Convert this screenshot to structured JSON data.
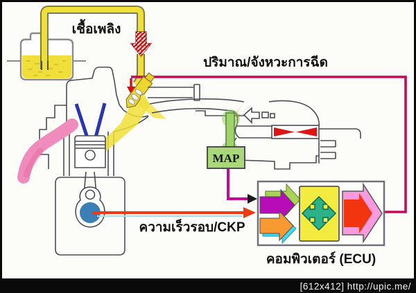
{
  "labels": {
    "fuel_supply": "เชื้อเพลิง",
    "injection_signal": "ปริมาณ/จังหวะการฉีด",
    "map_sensor": "MAP",
    "engine_speed_signal": "ความเร็วรอบ/CKP",
    "ecu": "คอมพิวเตอร์ (ECU)"
  },
  "watermark": {
    "text": "[612x412] http://upic.me/"
  },
  "colors": {
    "fuel_yellow": "#f0df38",
    "fuel_outline": "#7d7d48",
    "signal_crimson": "#c60b56",
    "map_magenta": "#c40a9c",
    "ckp_red": "#ee3b16",
    "map_green": "#a8d878",
    "valve_blue": "#2a36b0",
    "crank_blue": "#3a7fb5",
    "flow_pink": "#ef8cbc",
    "throttle_red": "#e01414",
    "fuel_arrow_red": "#cf1313",
    "ecu_green": "#a9d455",
    "ecu_purple": "#b90cb9",
    "ecu_cyan": "#41d9f2",
    "ecu_orange": "#f89a31",
    "ecu_yellow": "#f4eb40",
    "ecu_teal": "#2db188",
    "ecu_pink": "#f79ade",
    "ecu_red": "#f2350f"
  }
}
